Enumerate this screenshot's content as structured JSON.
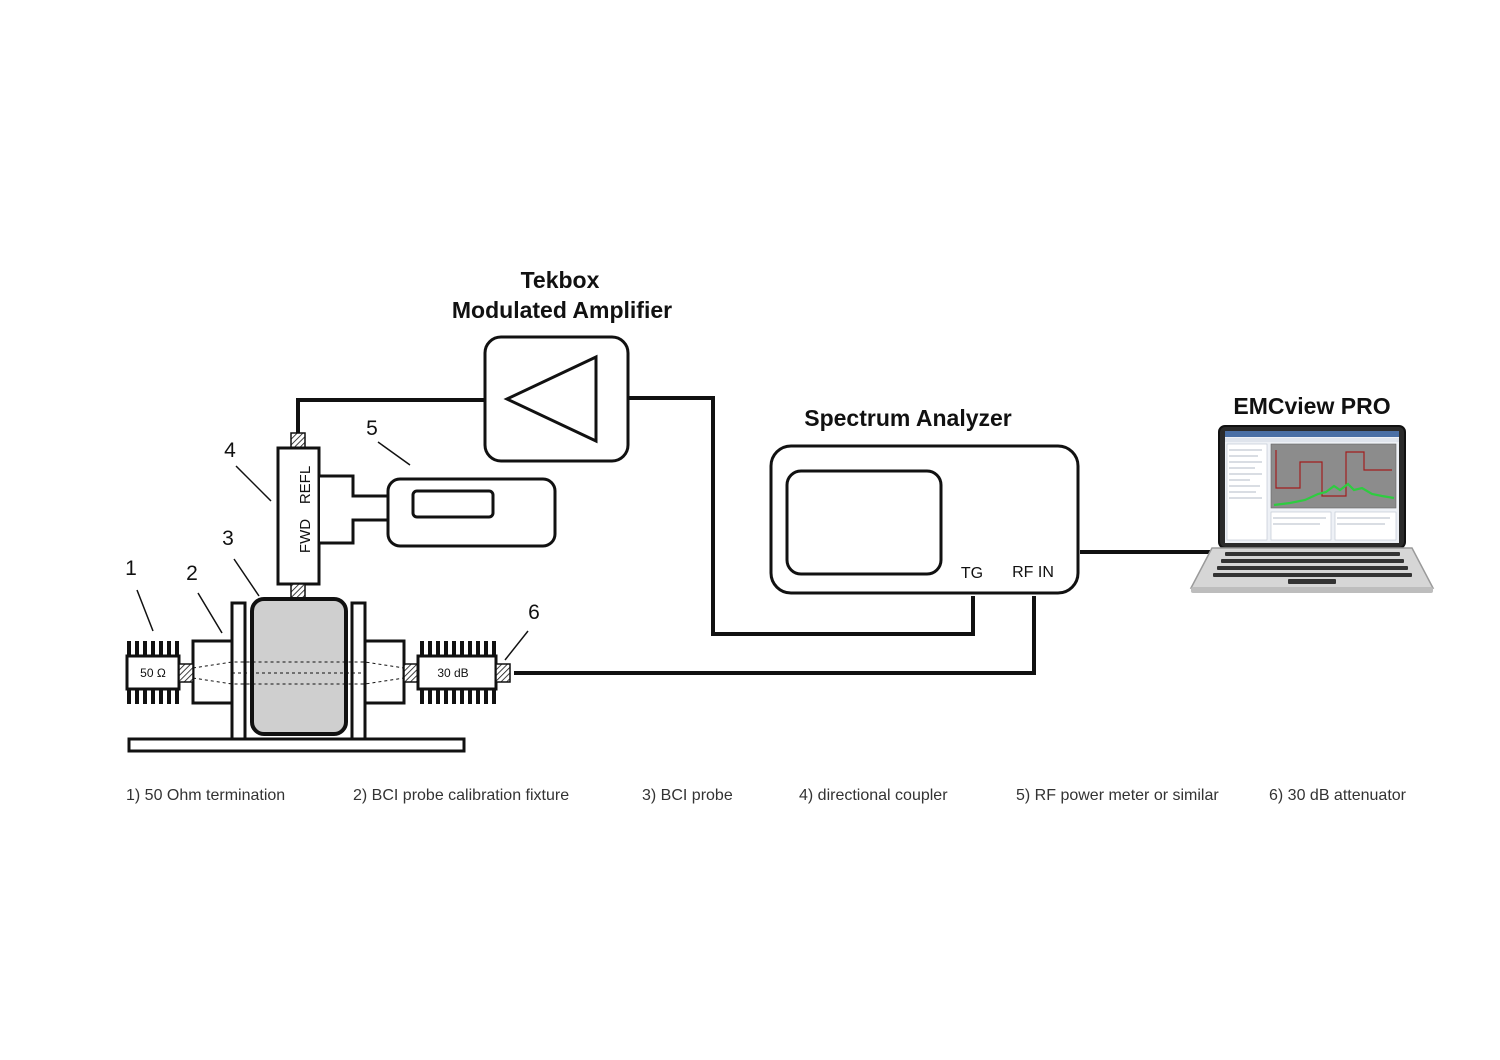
{
  "titles": {
    "amplifier_line1": "Tekbox",
    "amplifier_line2": "Modulated Amplifier",
    "spectrum_analyzer": "Spectrum Analyzer",
    "software": "EMCview PRO"
  },
  "ports": {
    "tg": "TG",
    "rf_in": "RF IN",
    "refl": "REFL",
    "fwd": "FWD"
  },
  "components": {
    "termination_label": "50 Ω",
    "attenuator_label": "30 dB"
  },
  "callouts": [
    "1",
    "2",
    "3",
    "4",
    "5",
    "6"
  ],
  "legend": [
    "1) 50 Ohm termination",
    "2) BCI probe calibration fixture",
    "3) BCI probe",
    "4) directional coupler",
    "5) RF power meter or similar",
    "6) 30 dB attenuator"
  ],
  "colors": {
    "line": "#111111",
    "probe_fill": "#cfcfcf",
    "laptop_body": "#d6d6d6",
    "screen_bg": "#eef1f6",
    "plot_trace": "#2ecc40"
  }
}
